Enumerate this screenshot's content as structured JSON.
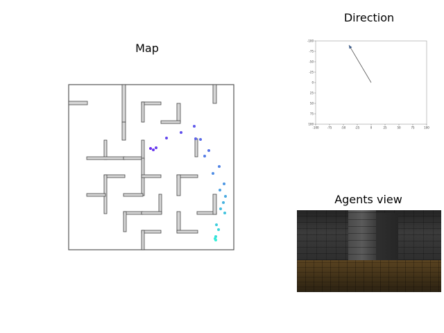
{
  "panels": {
    "map_title": "Map",
    "direction_title": "Direction",
    "agents_view_title": "Agents view"
  },
  "colors": {
    "wall_fill": "#d6d6d6",
    "wall_stroke": "#444444",
    "border": "#555555",
    "arrow": "#3a5a8a",
    "trajectory_start": "#6a2cf0",
    "trajectory_end": "#35f0d8"
  },
  "chart_data": {
    "type": "line",
    "title": "Direction",
    "xlim": [
      -100,
      100
    ],
    "ylim": [
      -100,
      100
    ],
    "y_inverted": true,
    "x_ticks": [
      -100,
      -75,
      -50,
      -25,
      0,
      25,
      50,
      75,
      100
    ],
    "y_ticks": [
      -100,
      -75,
      -50,
      -25,
      0,
      25,
      50,
      75,
      100
    ],
    "arrow": {
      "from": [
        0,
        0
      ],
      "to": [
        -40,
        -90
      ]
    }
  },
  "icons": {
    "agent_trajectory": "dot-markers",
    "direction_arrow": "arrow-icon"
  }
}
